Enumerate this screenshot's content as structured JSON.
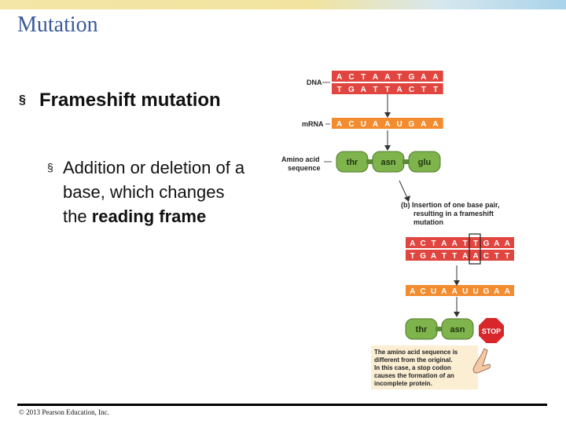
{
  "slide": {
    "title": "Mutation",
    "bullet1": "Frameshift mutation",
    "bullet2_pre": "Addition or deletion of a base, which changes the ",
    "bullet2_bold": "reading frame",
    "bullet_mark": "§",
    "footer": "© 2013 Pearson Education, Inc."
  },
  "diagram": {
    "labels": {
      "dna": "DNA",
      "mrna": "mRNA",
      "amino_line1": "Amino acid",
      "amino_line2": "sequence",
      "b_line1": "(b) Insertion of one base pair,",
      "b_line2": "resulting in a frameshift",
      "b_line3": "mutation",
      "stop": "STOP",
      "note_line1": "The amino acid sequence is",
      "note_line2": "different from the original.",
      "note_line3": "In this case, a stop codon",
      "note_line4": "causes the formation of an",
      "note_line5": "incomplete protein."
    },
    "original": {
      "dna_top": [
        "A",
        "C",
        "T",
        "A",
        "A",
        "T",
        "G",
        "A",
        "A"
      ],
      "dna_bottom": [
        "T",
        "G",
        "A",
        "T",
        "T",
        "A",
        "C",
        "T",
        "T"
      ],
      "mrna": [
        "A",
        "C",
        "U",
        "A",
        "A",
        "U",
        "G",
        "A",
        "A"
      ],
      "amino_acids": [
        "thr",
        "asn",
        "glu"
      ]
    },
    "mutated": {
      "dna_top": [
        "A",
        "C",
        "T",
        "A",
        "A",
        "T",
        "T",
        "G",
        "A",
        "A"
      ],
      "dna_bottom": [
        "T",
        "G",
        "A",
        "T",
        "T",
        "A",
        "A",
        "C",
        "T",
        "T"
      ],
      "mrna": [
        "A",
        "C",
        "U",
        "A",
        "A",
        "U",
        "U",
        "G",
        "A",
        "A"
      ],
      "amino_acids": [
        "thr",
        "asn"
      ]
    },
    "colors": {
      "strand": "#e0463f",
      "mrna": "#f28c2e",
      "amino": "#7fb44d",
      "stop": "#d8262b",
      "note_bg": "#fbeed3"
    }
  }
}
